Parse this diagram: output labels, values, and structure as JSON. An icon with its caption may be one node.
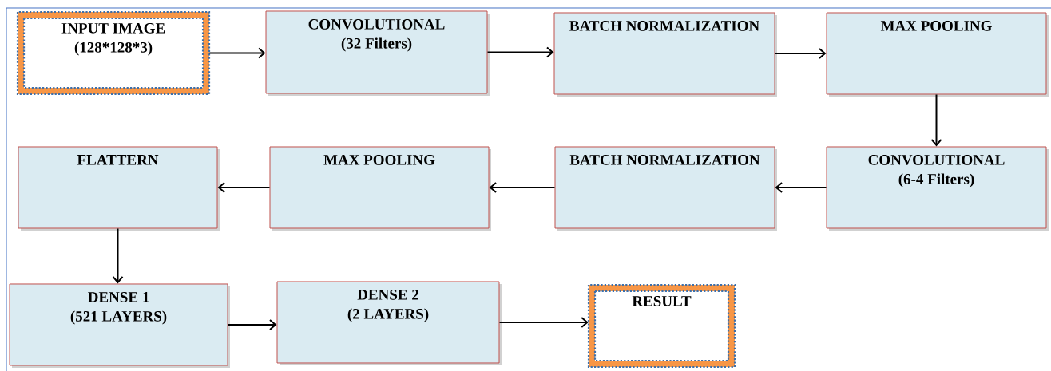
{
  "diagram": {
    "nodes": [
      {
        "text": [
          "INPUT IMAGE",
          "(128*128*3)"
        ]
      },
      {
        "text": [
          "CONVOLUTIONAL",
          "(32 Filters)"
        ]
      },
      {
        "text": [
          "BATCH NORMALIZATION"
        ]
      },
      {
        "text": [
          "MAX POOLING"
        ]
      },
      {
        "text": [
          "CONVOLUTIONAL",
          "(6-4 Filters)"
        ]
      },
      {
        "text": [
          "BATCH NORMALIZATION"
        ]
      },
      {
        "text": [
          "MAX POOLING"
        ]
      },
      {
        "text": [
          "FLATTERN"
        ]
      },
      {
        "text": [
          "DENSE 1",
          "(521 LAYERS)"
        ]
      },
      {
        "text": [
          "DENSE 2",
          "(2 LAYERS)"
        ]
      },
      {
        "text": [
          "RESULT"
        ]
      }
    ],
    "edges": [
      {
        "from": 0,
        "to": 1,
        "arrow": "to"
      },
      {
        "from": 1,
        "to": 2,
        "arrow": "to"
      },
      {
        "from": 2,
        "to": 3,
        "arrow": "to"
      },
      {
        "from": 3,
        "to": 4,
        "arrow": "to"
      },
      {
        "from": 4,
        "to": 5,
        "arrow": "to"
      },
      {
        "from": 5,
        "to": 6,
        "arrow": "to"
      },
      {
        "from": 6,
        "to": 7,
        "arrow": "to"
      },
      {
        "from": 7,
        "to": 8,
        "arrow": "to"
      },
      {
        "from": 8,
        "to": 9,
        "arrow": "to"
      },
      {
        "from": 9,
        "to": 10,
        "arrow": "to"
      }
    ]
  }
}
